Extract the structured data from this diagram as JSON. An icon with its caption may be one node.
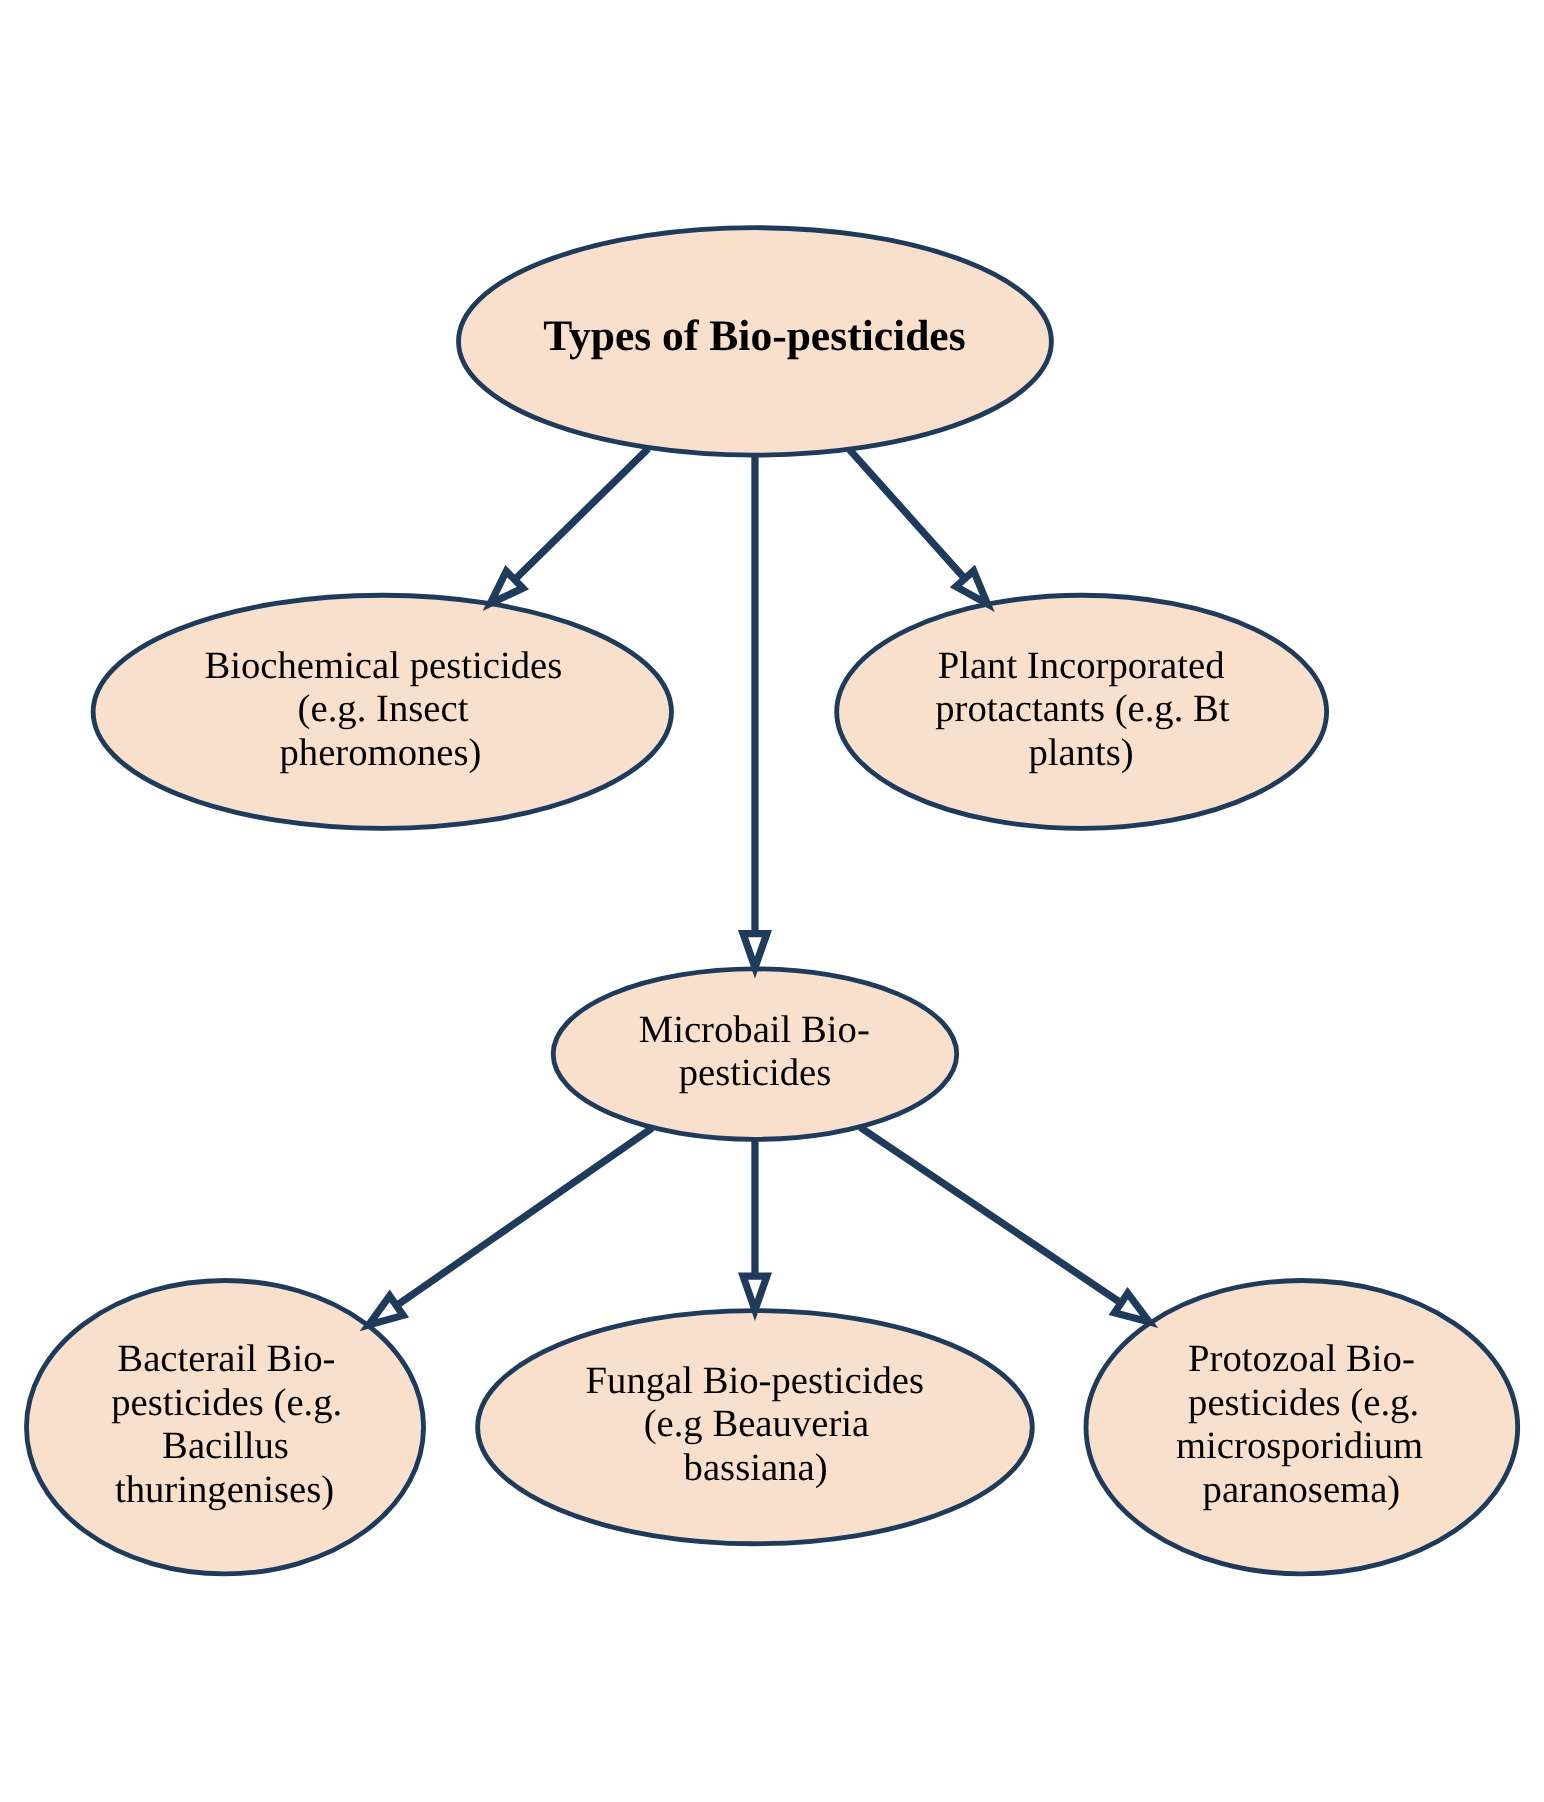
{
  "diagram": {
    "nodes": [
      {
        "text": [
          "Types of Bio-pesticides"
        ]
      },
      {
        "text": [
          "Biochemical pesticides (e.g. Insect pheromones)"
        ]
      },
      {
        "text": [
          "Microbail Bio-pesticides"
        ]
      },
      {
        "text": [
          "Plant Incorporated protactants (e.g. Bt plants)"
        ]
      },
      {
        "text": [
          "Bacterail Bio-pesticides (e.g. Bacillus thuringenises)"
        ]
      },
      {
        "text": [
          "Fungal Bio-pesticides (e.g Beauveria bassiana)"
        ]
      },
      {
        "text": [
          "Protozoal Bio-pesticides (e.g. microsporidium paranosema)"
        ]
      }
    ],
    "edges": [
      {
        "from": 0,
        "to": 1,
        "arrow": "to"
      },
      {
        "from": 0,
        "to": 2,
        "arrow": "to"
      },
      {
        "from": 0,
        "to": 3,
        "arrow": "to"
      },
      {
        "from": 2,
        "to": 4,
        "arrow": "to"
      },
      {
        "from": 2,
        "to": 5,
        "arrow": "to"
      },
      {
        "from": 2,
        "to": 6,
        "arrow": "to"
      }
    ]
  }
}
